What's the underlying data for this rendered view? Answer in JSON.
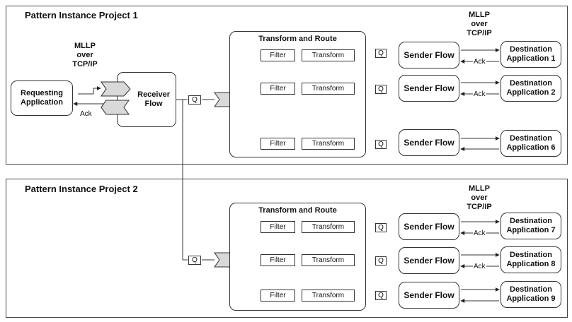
{
  "project1": {
    "title": "Pattern Instance Project 1",
    "mllp": [
      "MLLP",
      "over",
      "TCP/IP"
    ],
    "mllp2": [
      "MLLP",
      "over",
      "TCP/IP"
    ],
    "requesting": [
      "Requesting",
      "Application"
    ],
    "ack": "Ack",
    "receiver": [
      "Receiver",
      "Flow"
    ],
    "queue": "Q",
    "transform_route": "Transform and Route",
    "rows": [
      {
        "filter": "Filter",
        "transform": "Transform"
      },
      {
        "filter": "Filter",
        "transform": "Transform"
      },
      {
        "filter": "Filter",
        "transform": "Transform"
      }
    ],
    "senders": [
      {
        "queue": "Q",
        "label": "Sender Flow",
        "ack": "Ack",
        "dest": [
          "Destination",
          "Application 1"
        ]
      },
      {
        "queue": "Q",
        "label": "Sender Flow",
        "ack": "Ack",
        "dest": [
          "Destination",
          "Application 2"
        ]
      },
      {
        "queue": "Q",
        "label": "Sender Flow",
        "ack": "",
        "dest": [
          "Destination",
          "Application 6"
        ]
      }
    ]
  },
  "project2": {
    "title": "Pattern Instance Project 2",
    "mllp": [
      "MLLP",
      "over",
      "TCP/IP"
    ],
    "queue": "Q",
    "transform_route": "Transform and Route",
    "rows": [
      {
        "filter": "Filter",
        "transform": "Transform"
      },
      {
        "filter": "Filter",
        "transform": "Transform"
      },
      {
        "filter": "Filter",
        "transform": "Transform"
      }
    ],
    "senders": [
      {
        "queue": "Q",
        "label": "Sender Flow",
        "ack": "Ack",
        "dest": [
          "Destination",
          "Application 7"
        ]
      },
      {
        "queue": "Q",
        "label": "Sender Flow",
        "ack": "Ack",
        "dest": [
          "Destination",
          "Application 8"
        ]
      },
      {
        "queue": "Q",
        "label": "Sender Flow",
        "ack": "",
        "dest": [
          "Destination",
          "Application 9"
        ]
      }
    ]
  },
  "colors": {
    "chevron_fill": "#d9d9d9",
    "ack_arrow": "#8a8a3a",
    "line": "#333333"
  }
}
